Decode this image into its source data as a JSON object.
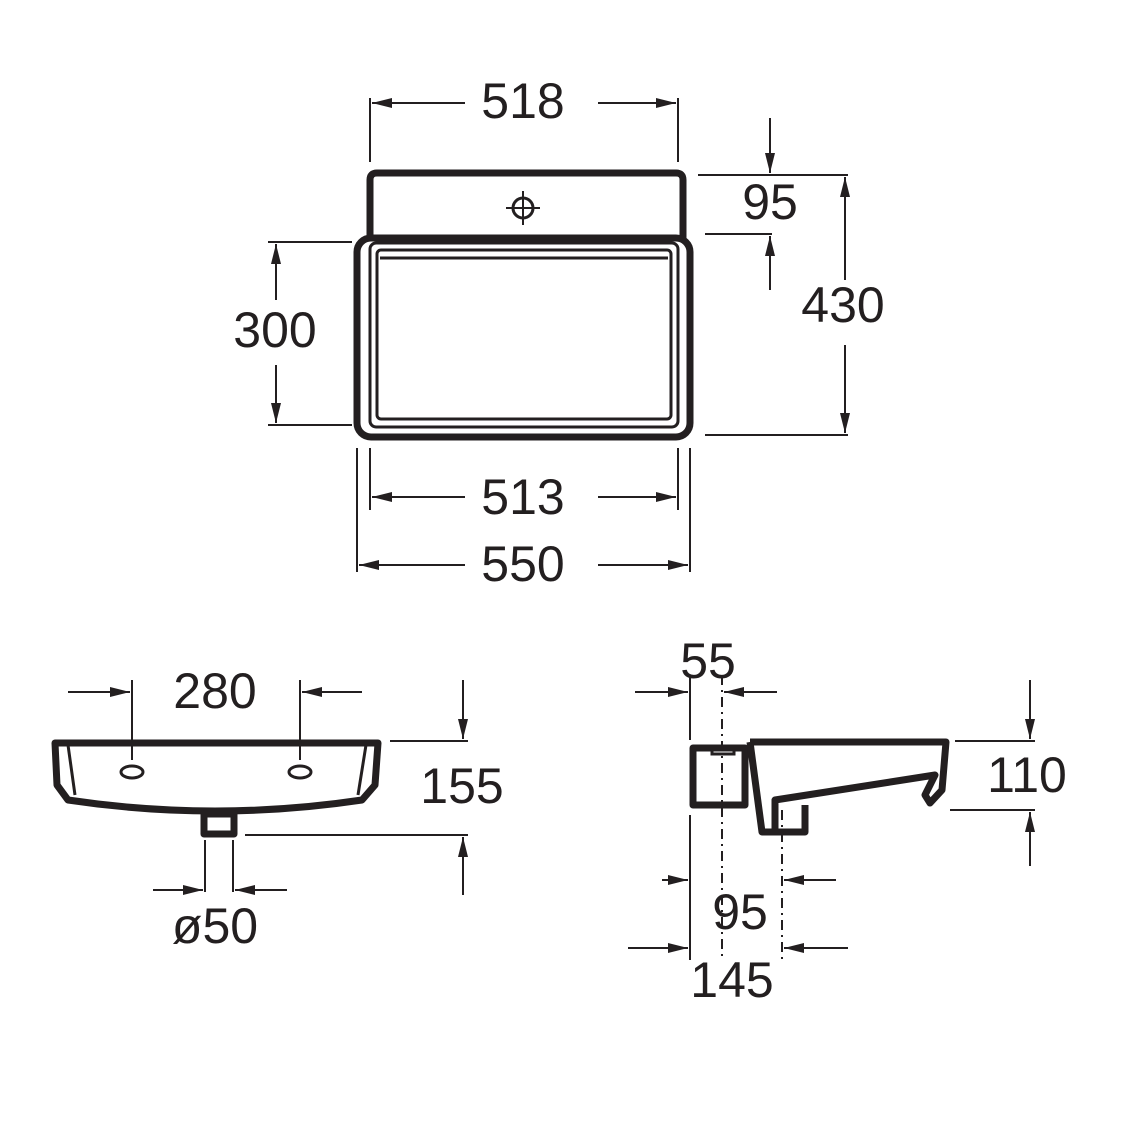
{
  "drawing": {
    "units": "mm",
    "top_view": {
      "width_top": "518",
      "tap_deck_depth": "95",
      "total_depth": "430",
      "bowl_depth": "300",
      "width_inner": "513",
      "width_overall": "550"
    },
    "front_view": {
      "hole_spacing": "280",
      "height": "155",
      "waste_diameter": "ø50"
    },
    "side_view": {
      "tap_offset": "55",
      "height": "110",
      "waste_offset": "95",
      "waste_offset_total": "145"
    }
  },
  "colors": {
    "line": "#231f20",
    "background": "#ffffff"
  }
}
